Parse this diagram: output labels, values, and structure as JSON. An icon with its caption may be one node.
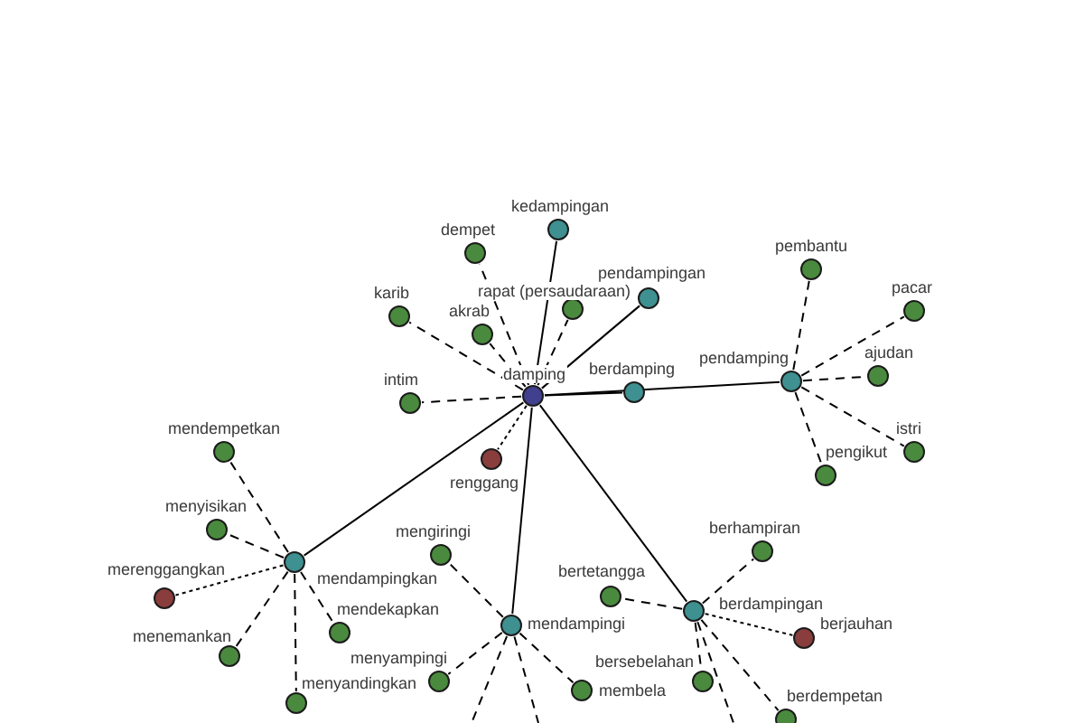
{
  "diagram": {
    "nodes": [
      {
        "text": [],
        "shape": "circle",
        "beside": [
          "damping"
        ]
      },
      {
        "text": [],
        "shape": "circle",
        "beside": [
          "kedampingan"
        ]
      },
      {
        "text": [],
        "shape": "circle",
        "beside": [
          "dempet"
        ]
      },
      {
        "text": [],
        "shape": "circle",
        "beside": [
          "pendampingan"
        ]
      },
      {
        "text": [],
        "shape": "circle",
        "beside": [
          "rapat (persaudaraan)"
        ]
      },
      {
        "text": [],
        "shape": "circle",
        "beside": [
          "karib"
        ]
      },
      {
        "text": [],
        "shape": "circle",
        "beside": [
          "akrab"
        ]
      },
      {
        "text": [],
        "shape": "circle",
        "beside": [
          "intim"
        ]
      },
      {
        "text": [],
        "shape": "circle",
        "beside": [
          "berdamping"
        ]
      },
      {
        "text": [],
        "shape": "circle",
        "beside": [
          "renggang"
        ]
      },
      {
        "text": [],
        "shape": "circle",
        "beside": [
          "pendamping"
        ]
      },
      {
        "text": [],
        "shape": "circle",
        "beside": [
          "pembantu"
        ]
      },
      {
        "text": [],
        "shape": "circle",
        "beside": [
          "pacar"
        ]
      },
      {
        "text": [],
        "shape": "circle",
        "beside": [
          "ajudan"
        ]
      },
      {
        "text": [],
        "shape": "circle",
        "beside": [
          "istri"
        ]
      },
      {
        "text": [],
        "shape": "circle",
        "beside": [
          "pengikut"
        ]
      },
      {
        "text": [],
        "shape": "circle",
        "beside": [
          "mendampingkan"
        ]
      },
      {
        "text": [],
        "shape": "circle",
        "beside": [
          "mendempetkan"
        ]
      },
      {
        "text": [],
        "shape": "circle",
        "beside": [
          "menyisikan"
        ]
      },
      {
        "text": [],
        "shape": "circle",
        "beside": [
          "merenggangkan"
        ]
      },
      {
        "text": [],
        "shape": "circle",
        "beside": [
          "mendekapkan"
        ]
      },
      {
        "text": [],
        "shape": "circle",
        "beside": [
          "menemankan"
        ]
      },
      {
        "text": [],
        "shape": "circle",
        "beside": [
          "menyandingkan"
        ]
      },
      {
        "text": [],
        "shape": "circle",
        "beside": [
          "mendampingi"
        ]
      },
      {
        "text": [],
        "shape": "circle",
        "beside": [
          "mengiringi"
        ]
      },
      {
        "text": [],
        "shape": "circle",
        "beside": [
          "menyampingi"
        ]
      },
      {
        "text": [],
        "shape": "circle",
        "beside": [
          "membela"
        ]
      },
      {
        "text": [],
        "shape": "circle",
        "beside": [
          "bertetangga"
        ]
      },
      {
        "text": [],
        "shape": "circle",
        "beside": [
          "berdampingan"
        ]
      },
      {
        "text": [],
        "shape": "circle",
        "beside": [
          "berhampiran"
        ]
      },
      {
        "text": [],
        "shape": "circle",
        "beside": [
          "berjauhan"
        ]
      },
      {
        "text": [],
        "shape": "circle",
        "beside": [
          "bersebelahan"
        ]
      },
      {
        "text": [],
        "shape": "circle",
        "beside": [
          "berdempetan"
        ]
      }
    ],
    "edges": [
      {
        "from": 0,
        "to": 1,
        "arrow": "none"
      },
      {
        "from": 0,
        "to": 2,
        "arrow": "none",
        "style": "dashed"
      },
      {
        "from": 0,
        "to": 3,
        "arrow": "none"
      },
      {
        "from": 0,
        "to": 4,
        "arrow": "none",
        "style": "dashed"
      },
      {
        "from": 0,
        "to": 5,
        "arrow": "none",
        "style": "dashed"
      },
      {
        "from": 0,
        "to": 6,
        "arrow": "none",
        "style": "dashed"
      },
      {
        "from": 0,
        "to": 7,
        "arrow": "none",
        "style": "dashed"
      },
      {
        "from": 0,
        "to": 8,
        "arrow": "none"
      },
      {
        "from": 0,
        "to": 10,
        "arrow": "none"
      },
      {
        "from": 0,
        "to": 9,
        "arrow": "none",
        "style": "dashed"
      },
      {
        "from": 0,
        "to": 16,
        "arrow": "none"
      },
      {
        "from": 0,
        "to": 23,
        "arrow": "none"
      },
      {
        "from": 0,
        "to": 28,
        "arrow": "none"
      },
      {
        "from": 10,
        "to": 11,
        "arrow": "none",
        "style": "dashed"
      },
      {
        "from": 10,
        "to": 12,
        "arrow": "none",
        "style": "dashed"
      },
      {
        "from": 10,
        "to": 13,
        "arrow": "none",
        "style": "dashed"
      },
      {
        "from": 10,
        "to": 14,
        "arrow": "none",
        "style": "dashed"
      },
      {
        "from": 10,
        "to": 15,
        "arrow": "none",
        "style": "dashed"
      },
      {
        "from": 16,
        "to": 17,
        "arrow": "none",
        "style": "dashed"
      },
      {
        "from": 16,
        "to": 18,
        "arrow": "none",
        "style": "dashed"
      },
      {
        "from": 16,
        "to": 19,
        "arrow": "none",
        "style": "dashed"
      },
      {
        "from": 16,
        "to": 20,
        "arrow": "none",
        "style": "dashed"
      },
      {
        "from": 16,
        "to": 21,
        "arrow": "none",
        "style": "dashed"
      },
      {
        "from": 16,
        "to": 22,
        "arrow": "none",
        "style": "dashed"
      },
      {
        "from": 23,
        "to": 24,
        "arrow": "none",
        "style": "dashed"
      },
      {
        "from": 23,
        "to": 25,
        "arrow": "none",
        "style": "dashed"
      },
      {
        "from": 23,
        "to": 26,
        "arrow": "none",
        "style": "dashed"
      },
      {
        "from": 23,
        "to": null,
        "arrow": "none",
        "style": "dashed"
      },
      {
        "from": 23,
        "to": null,
        "arrow": "none",
        "style": "dashed"
      },
      {
        "from": 28,
        "to": 27,
        "arrow": "none",
        "style": "dashed"
      },
      {
        "from": 28,
        "to": 29,
        "arrow": "none",
        "style": "dashed"
      },
      {
        "from": 28,
        "to": 30,
        "arrow": "none",
        "style": "dashed"
      },
      {
        "from": 28,
        "to": 31,
        "arrow": "none",
        "style": "dashed"
      },
      {
        "from": 28,
        "to": null,
        "arrow": "none",
        "style": "dashed"
      },
      {
        "from": 28,
        "to": 32,
        "arrow": "none",
        "style": "dashed"
      }
    ]
  }
}
